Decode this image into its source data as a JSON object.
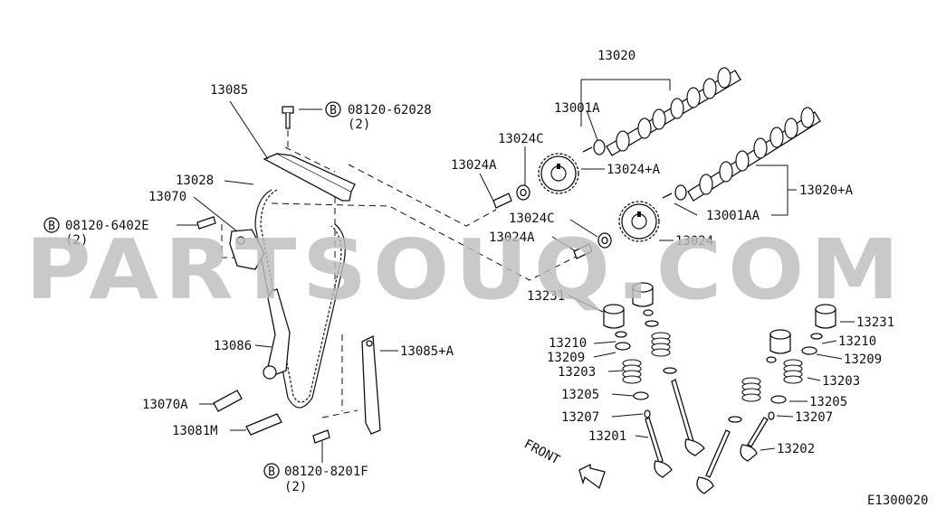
{
  "diagram": {
    "code": "E1300020",
    "front_label": "FRONT",
    "watermark": "PARTSOUQ.COM",
    "bolt_symbol": "B",
    "labels": {
      "p13020": "13020",
      "p13001A": "13001A",
      "p13024C_top": "13024C",
      "p13024A_top": "13024A",
      "p13024_plus_A": "13024+A",
      "p13020_plus_A": "13020+A",
      "p13001AA": "13001AA",
      "p13024C_mid": "13024C",
      "p13024A_mid": "13024A",
      "p13024": "13024",
      "p13085": "13085",
      "bolt_top_num": "08120-62028",
      "bolt_top_qty": "(2)",
      "p13028": "13028",
      "p13070": "13070",
      "bolt_left_num": "08120-6402E",
      "bolt_left_qty": "(2)",
      "p13086": "13086",
      "p13085_plus_A": "13085+A",
      "p13070A": "13070A",
      "p13081M": "13081M",
      "bolt_bottom_num": "08120-8201F",
      "bolt_bottom_qty": "(2)",
      "p13231_left": "13231",
      "p13210_left": "13210",
      "p13209_left": "13209",
      "p13203_left": "13203",
      "p13205_left": "13205",
      "p13207_left": "13207",
      "p13201": "13201",
      "p13231_right": "13231",
      "p13210_right": "13210",
      "p13209_right": "13209",
      "p13203_right": "13203",
      "p13205_right": "13205",
      "p13207_right": "13207",
      "p13202": "13202"
    }
  }
}
